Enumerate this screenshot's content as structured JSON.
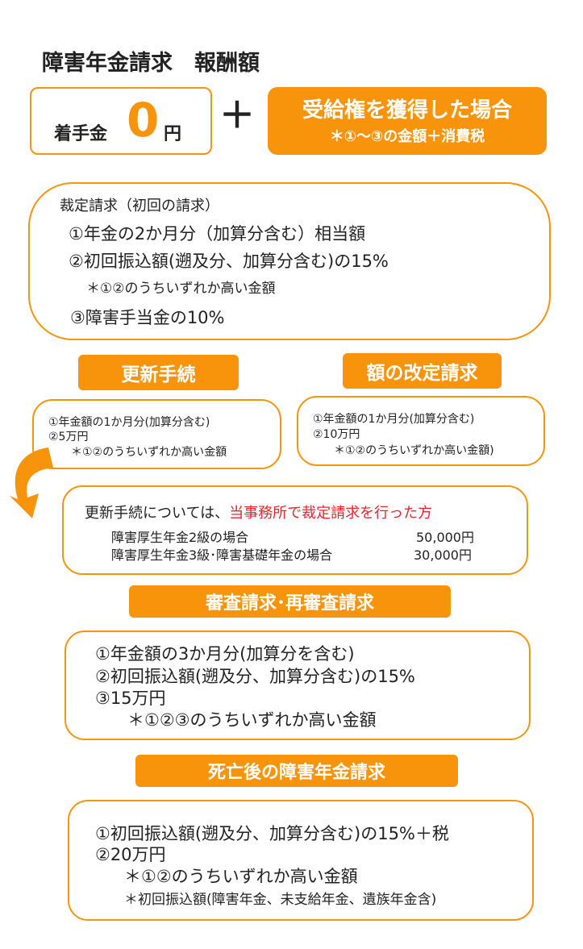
{
  "title": "障害年金請求　報酬額",
  "retainer": {
    "label": "着手金",
    "amount": "0",
    "unit": "円"
  },
  "plus": "＋",
  "success_fee": {
    "line1": "受給権を獲得した場合",
    "line2": "＊①～③の金額＋消費税"
  },
  "initial": {
    "heading": "裁定請求（初回の請求）",
    "items": [
      "①年金の2か月分（加算分含む）相当額",
      "②初回振込額(遡及分、加算分含む)の15%",
      "＊①②のうちいずれか高い金額",
      "③障害手当金の10%"
    ]
  },
  "renewal": {
    "header": "更新手続",
    "items": [
      "①年金額の1か月分(加算分含む)",
      "②5万円",
      "＊①②のうちいずれか高い金額"
    ]
  },
  "revision": {
    "header": "額の改定請求",
    "items": [
      "①年金額の1か月分(加算分含む)",
      "②10万円",
      "＊①②のうちいずれか高い金額)"
    ]
  },
  "renewal_note": {
    "lead": "更新手続については、",
    "highlight": "当事務所で裁定請求を行った方",
    "rows": [
      {
        "label": "障害厚生年金2級の場合",
        "fee": "50,000円"
      },
      {
        "label": "障害厚生年金3級･障害基礎年金の場合",
        "fee": "30,000円"
      }
    ]
  },
  "appeal": {
    "header": "審査請求･再審査請求",
    "items": [
      "①年金額の3か月分(加算分を含む)",
      "②初回振込額(遡及分、加算分含む)の15%",
      "③15万円",
      "＊①②③のうちいずれか高い金額"
    ]
  },
  "posthumous": {
    "header": "死亡後の障害年金請求",
    "items": [
      "①初回振込額(遡及分、加算分含む)の15%＋税",
      "②20万円",
      "＊①②のうちいずれか高い金額",
      "＊初回振込額(障害年金、未支給年金、遺族年金含)"
    ]
  },
  "colors": {
    "accent": "#f7940c",
    "highlight": "#f2222b"
  }
}
